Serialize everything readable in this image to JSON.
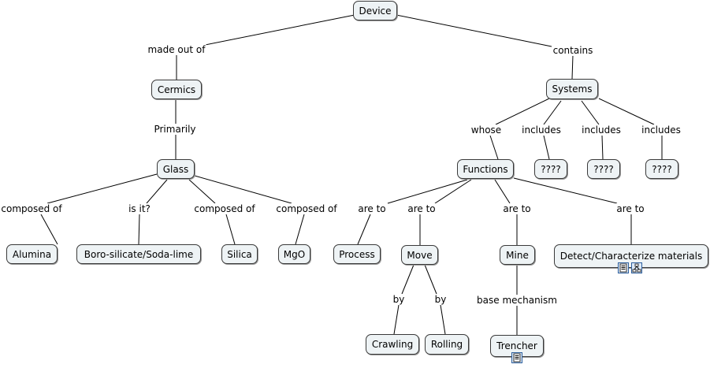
{
  "nodes": {
    "device": "Device",
    "cermics": "Cermics",
    "glass": "Glass",
    "alumina": "Alumina",
    "boro": "Boro-silicate/Soda-lime",
    "silica": "Silica",
    "mgo": "MgO",
    "systems": "Systems",
    "functions": "Functions",
    "q1": "????",
    "q2": "????",
    "q3": "????",
    "process": "Process",
    "move": "Move",
    "mine": "Mine",
    "detect": "Detect/Characterize materials",
    "crawling": "Crawling",
    "rolling": "Rolling",
    "trencher": "Trencher"
  },
  "links": {
    "made_out_of": "made out of",
    "contains": "contains",
    "primarily": "Primarily",
    "composed_of_1": "composed of",
    "is_it": "is it?",
    "composed_of_2": "composed of",
    "composed_of_3": "composed of",
    "whose": "whose",
    "includes_1": "includes",
    "includes_2": "includes",
    "includes_3": "includes",
    "are_to_1": "are to",
    "are_to_2": "are to",
    "are_to_3": "are to",
    "are_to_4": "are to",
    "by_1": "by",
    "by_2": "by",
    "base_mechanism": "base mechanism"
  },
  "icons": {
    "document": "document-icon",
    "submap": "concept-map-icon"
  }
}
